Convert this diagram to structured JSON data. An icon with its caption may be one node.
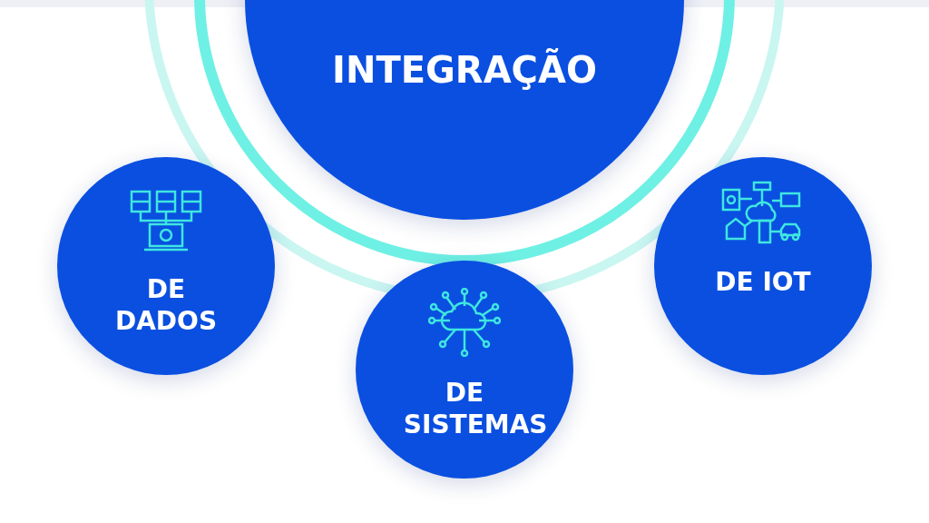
{
  "diagram": {
    "nodes": [
      {
        "text": [
          "INTEGRAÇÃO"
        ]
      },
      {
        "text": [
          "DE DADOS"
        ]
      },
      {
        "text": [
          "DE SISTEMAS"
        ]
      },
      {
        "text": [
          "DE IOT"
        ]
      }
    ],
    "edges": []
  }
}
